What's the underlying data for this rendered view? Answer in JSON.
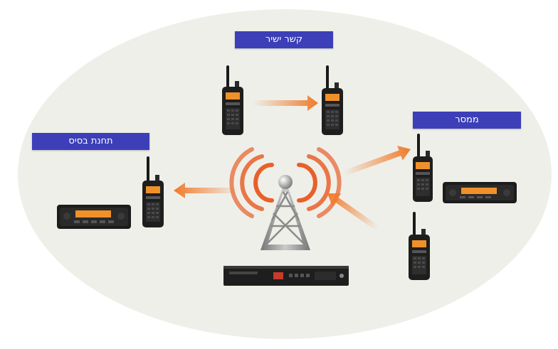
{
  "colors": {
    "background_ellipse": "#efefe9",
    "label_bg": "#3c3fb8",
    "label_text": "#ffffff",
    "arrow": "#f07a2a",
    "tower": "#8a8a8a",
    "waves": "#e8602a",
    "radio_body": "#1e1e1e",
    "radio_display": "#f0902a"
  },
  "labels": {
    "direct": "קשר ישיר",
    "base_station": "תחנת בסיס",
    "repeater": "ממסר"
  },
  "icons": {
    "tower": "radio-tower-icon",
    "handheld": "handheld-radio-icon",
    "mobile": "mobile-radio-icon",
    "repeater_unit": "repeater-unit-icon",
    "arrow": "arrow-icon"
  }
}
